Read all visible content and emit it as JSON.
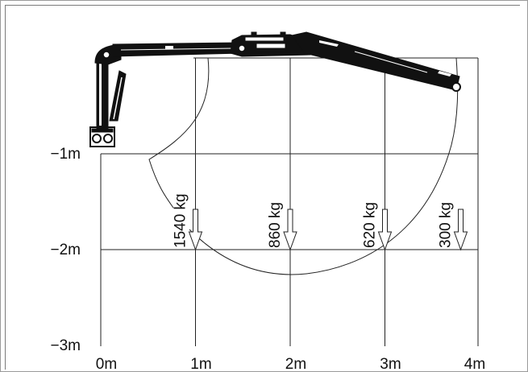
{
  "diagram": {
    "x_labels": [
      "0m",
      "1m",
      "2m",
      "3m",
      "4m"
    ],
    "y_labels": [
      "−1m",
      "−2m",
      "−3m"
    ],
    "loads": [
      {
        "reach_m": 1,
        "label": "1540 kg"
      },
      {
        "reach_m": 2,
        "label": "860 kg"
      },
      {
        "reach_m": 3,
        "label": "620 kg"
      },
      {
        "reach_m": 3.8,
        "label": "300 kg"
      }
    ],
    "colors": {
      "line": "#1a1a1a",
      "grid": "#222222",
      "frame": "#9a9a9a"
    }
  }
}
